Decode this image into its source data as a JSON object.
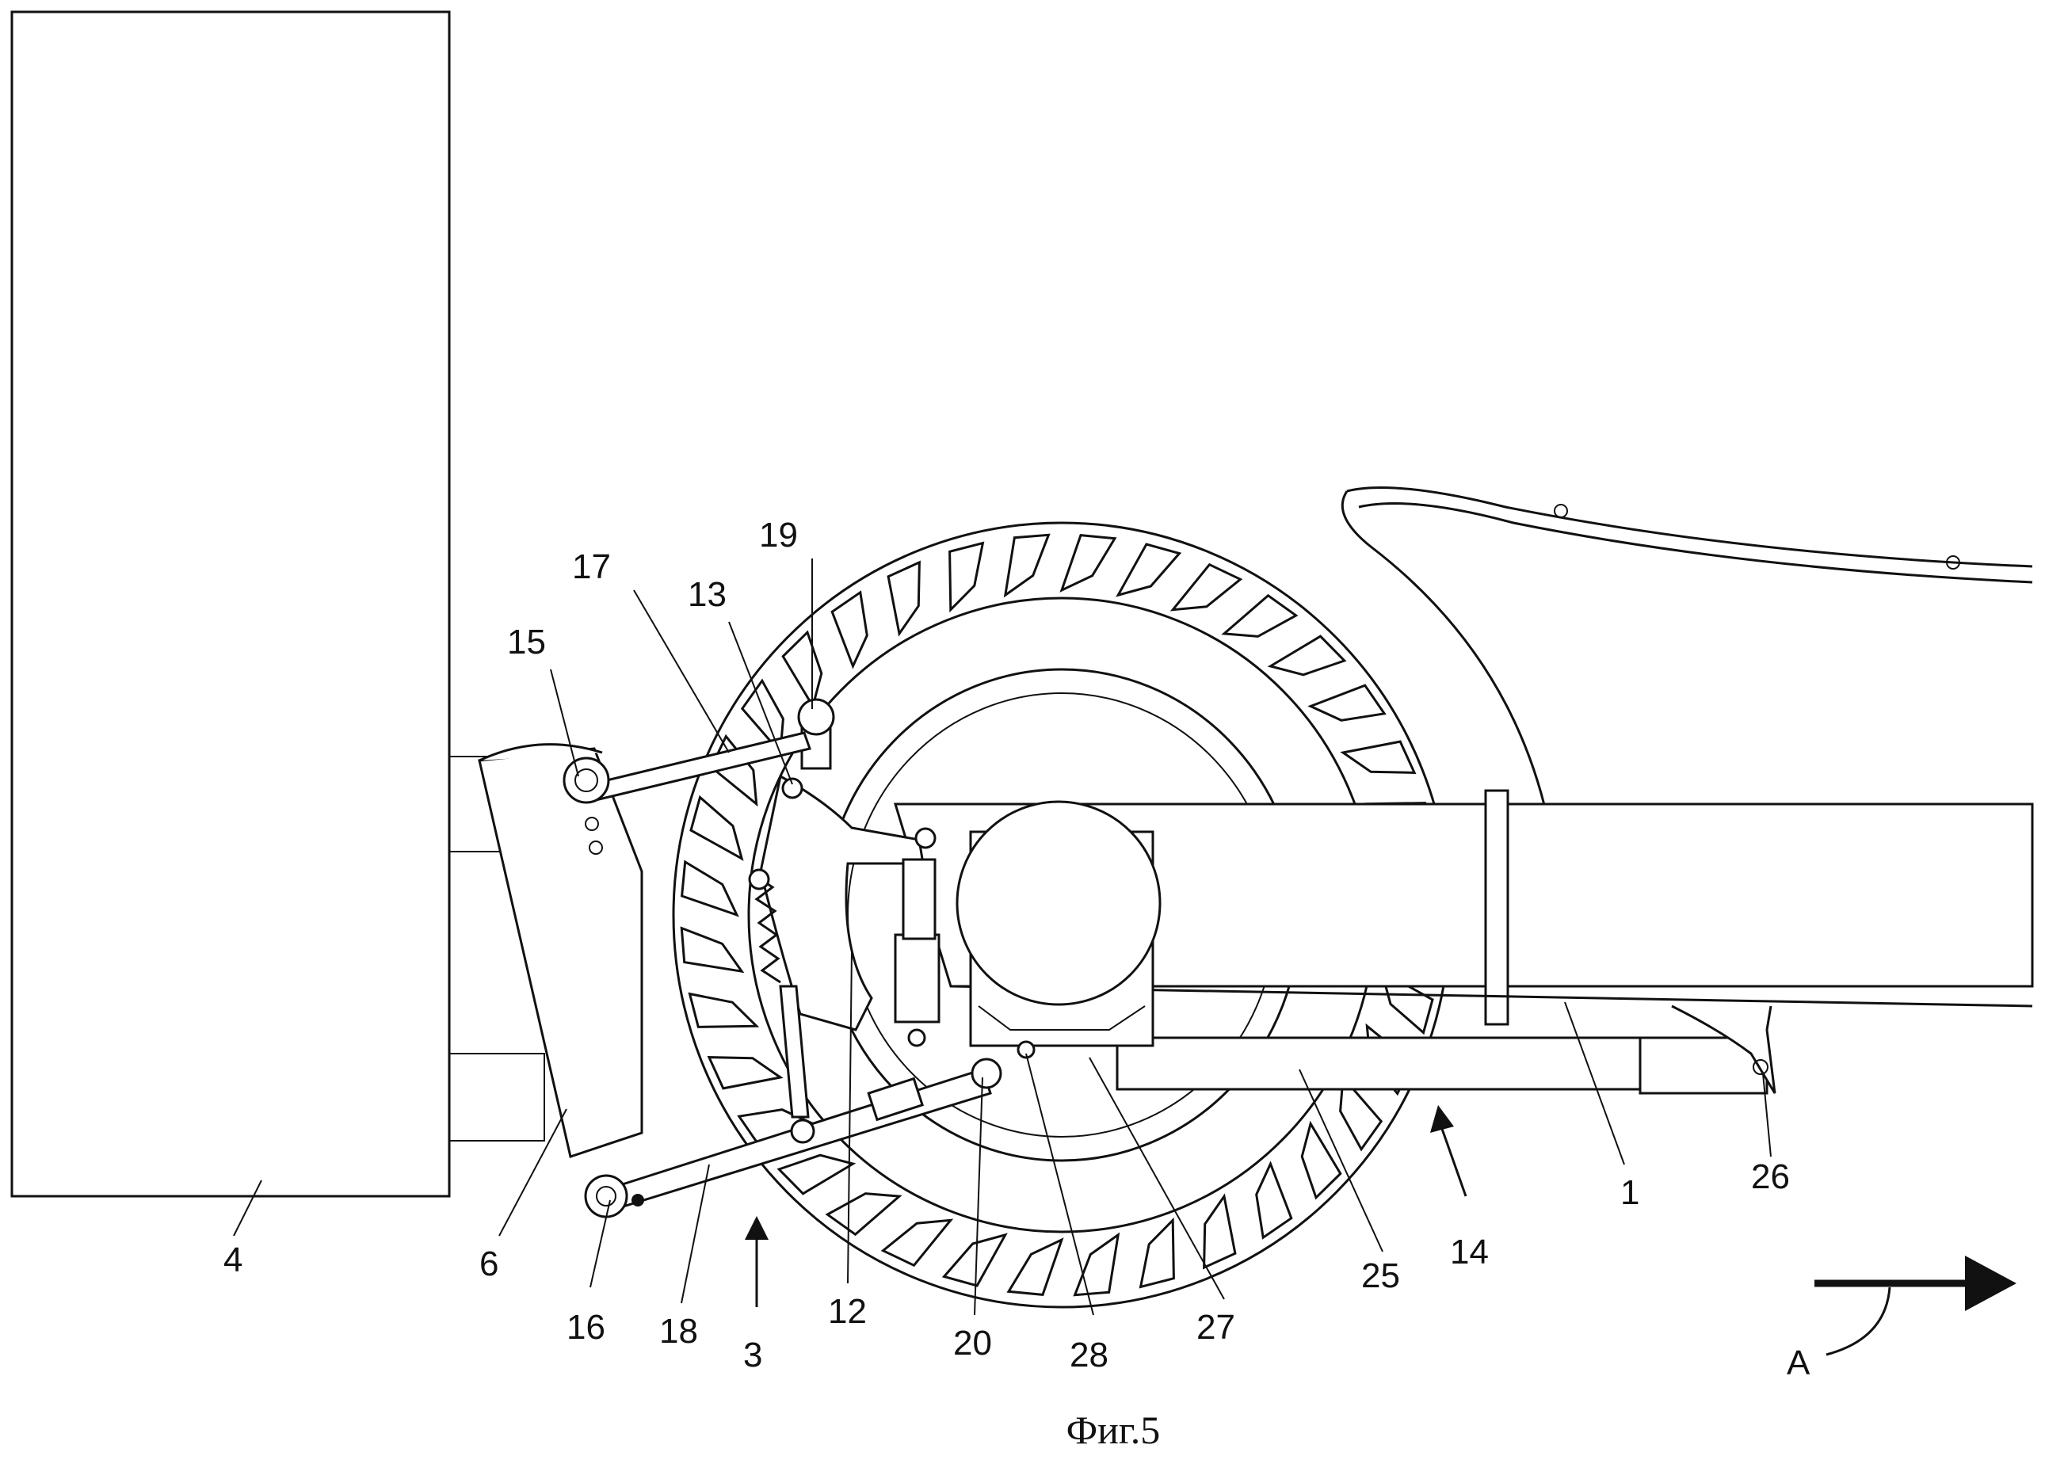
{
  "figure": {
    "caption": "Фиг.5",
    "labels": {
      "l1": "1",
      "l3": "3",
      "l4": "4",
      "l6": "6",
      "l12": "12",
      "l13": "13",
      "l14": "14",
      "l15": "15",
      "l16": "16",
      "l17": "17",
      "l18": "18",
      "l19": "19",
      "l20": "20",
      "l25": "25",
      "l26": "26",
      "l27": "27",
      "l28": "28",
      "lA": "A"
    }
  }
}
